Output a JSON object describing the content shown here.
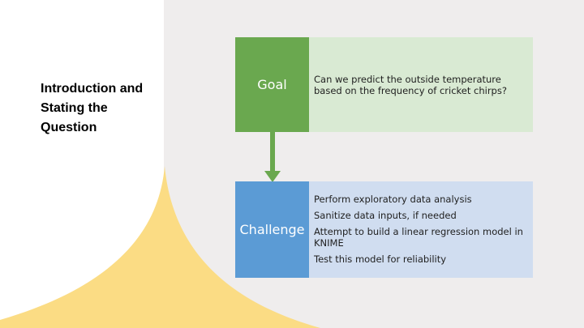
{
  "slide": {
    "title": "Introduction and Stating the Question"
  },
  "goal": {
    "label": "Goal",
    "lines": [
      "Can we predict the outside temperature",
      "based on the frequency of cricket chirps?"
    ]
  },
  "challenge": {
    "label": "Challenge",
    "items": [
      "Perform exploratory data analysis",
      "Sanitize data inputs, if needed",
      "Attempt to build a linear regression model in KNIME",
      "Test this model for reliability"
    ]
  },
  "colors": {
    "goal_label": "#6aa84f",
    "goal_desc": "#d9ead3",
    "challenge_label": "#5b9bd5",
    "challenge_desc": "#d0ddf0",
    "arrow": "#6aa84f",
    "accent_shape": "#fbdc84",
    "panel_bg": "#efeded"
  }
}
